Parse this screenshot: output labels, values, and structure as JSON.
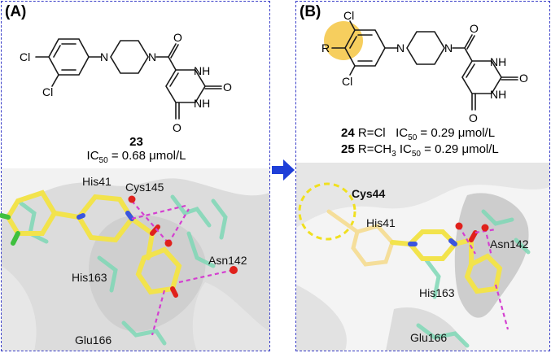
{
  "panel_a": {
    "label": "(A)",
    "compound_number": "23",
    "ic50_prefix": "IC",
    "ic50_sub": "50",
    "ic50_value": " = 0.68 μmol/L",
    "atoms": {
      "cl1": "Cl",
      "cl2": "Cl",
      "n1": "N",
      "n2": "N",
      "o1": "O",
      "nh1": "NH",
      "o2": "O",
      "nh2": "NH",
      "o3": "O"
    },
    "residues": {
      "his41": "His41",
      "cys145": "Cys145",
      "asn142": "Asn142",
      "his163": "His163",
      "glu166": "Glu166"
    }
  },
  "panel_b": {
    "label": "(B)",
    "rows": [
      {
        "number": "24",
        "r_text": " R=Cl",
        "ic50_prefix": "IC",
        "ic50_sub": "50",
        "ic50_value": " = 0.29 μmol/L"
      },
      {
        "number": "25",
        "r_text": " R=CH",
        "r_sub": "3",
        "ic50_prefix": " IC",
        "ic50_sub": "50",
        "ic50_value": " = 0.29 μmol/L"
      }
    ],
    "atoms": {
      "cl1": "Cl",
      "r": "R",
      "cl2": "Cl",
      "n1": "N",
      "n2": "N",
      "o1": "O",
      "nh1": "NH",
      "o2": "O",
      "nh2": "NH",
      "o3": "O"
    },
    "residues": {
      "cys44": "Cys44",
      "his41": "His41",
      "asn142": "Asn142",
      "his163": "His163",
      "glu166": "Glu166"
    }
  },
  "colors": {
    "panel_border": "#3a3fc8",
    "arrow": "#1f3fd8",
    "ligand": "#f2e34c",
    "protein_stick": "#7fd8b6",
    "hbond": "#d43fd0",
    "water": "#e0211b",
    "highlight": "#f5c542"
  }
}
